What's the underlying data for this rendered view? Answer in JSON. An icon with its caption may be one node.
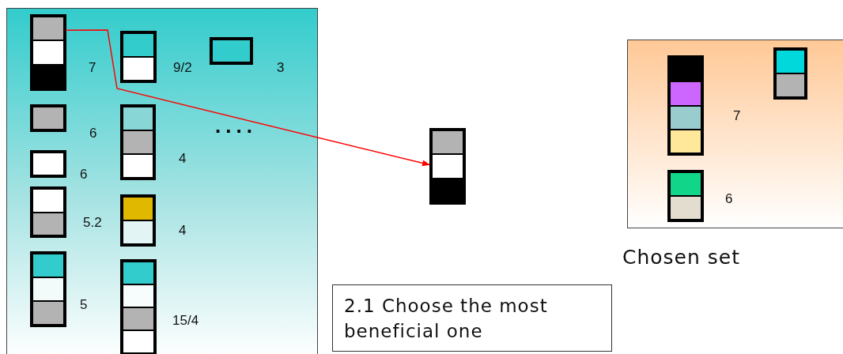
{
  "diagram": {
    "nodes": [
      {
        "text": [],
        "shape": "box"
      },
      {
        "text": [],
        "shape": "box",
        "in": 0,
        "beside": [
          "7"
        ]
      },
      {
        "text": [],
        "shape": "box",
        "in": 0,
        "beside": [
          "9/2"
        ]
      },
      {
        "text": [],
        "shape": "box",
        "in": 0,
        "beside": [
          "3"
        ]
      },
      {
        "text": [],
        "shape": "box",
        "in": 0,
        "beside": [
          "6"
        ]
      },
      {
        "text": [],
        "shape": "box",
        "in": 0,
        "beside": [
          "4"
        ]
      },
      {
        "text": [],
        "shape": "box",
        "in": 0,
        "beside": [
          "6"
        ]
      },
      {
        "text": [],
        "shape": "box",
        "in": 0,
        "beside": [
          "5.2"
        ]
      },
      {
        "text": [],
        "shape": "box",
        "in": 0,
        "beside": [
          "4"
        ]
      },
      {
        "text": [],
        "shape": "box",
        "in": 0,
        "beside": [
          "5"
        ]
      },
      {
        "text": [],
        "shape": "box",
        "in": 0,
        "beside": [
          "15/4"
        ]
      },
      {
        "text": [],
        "shape": "box"
      },
      {
        "text": [
          "Chosen set"
        ]
      },
      {
        "text": [],
        "shape": "box",
        "in": 12,
        "beside": [
          "7"
        ]
      },
      {
        "text": [],
        "shape": "box",
        "in": 12
      },
      {
        "text": [],
        "shape": "box",
        "in": 12,
        "beside": [
          "6"
        ]
      },
      {
        "text": [
          "2.1 Choose the most beneficial one"
        ]
      }
    ],
    "edges": [
      {
        "from": 1,
        "to": 11,
        "arrow": "to",
        "color": "#ff0000"
      }
    ],
    "labels": [
      "...."
    ]
  }
}
